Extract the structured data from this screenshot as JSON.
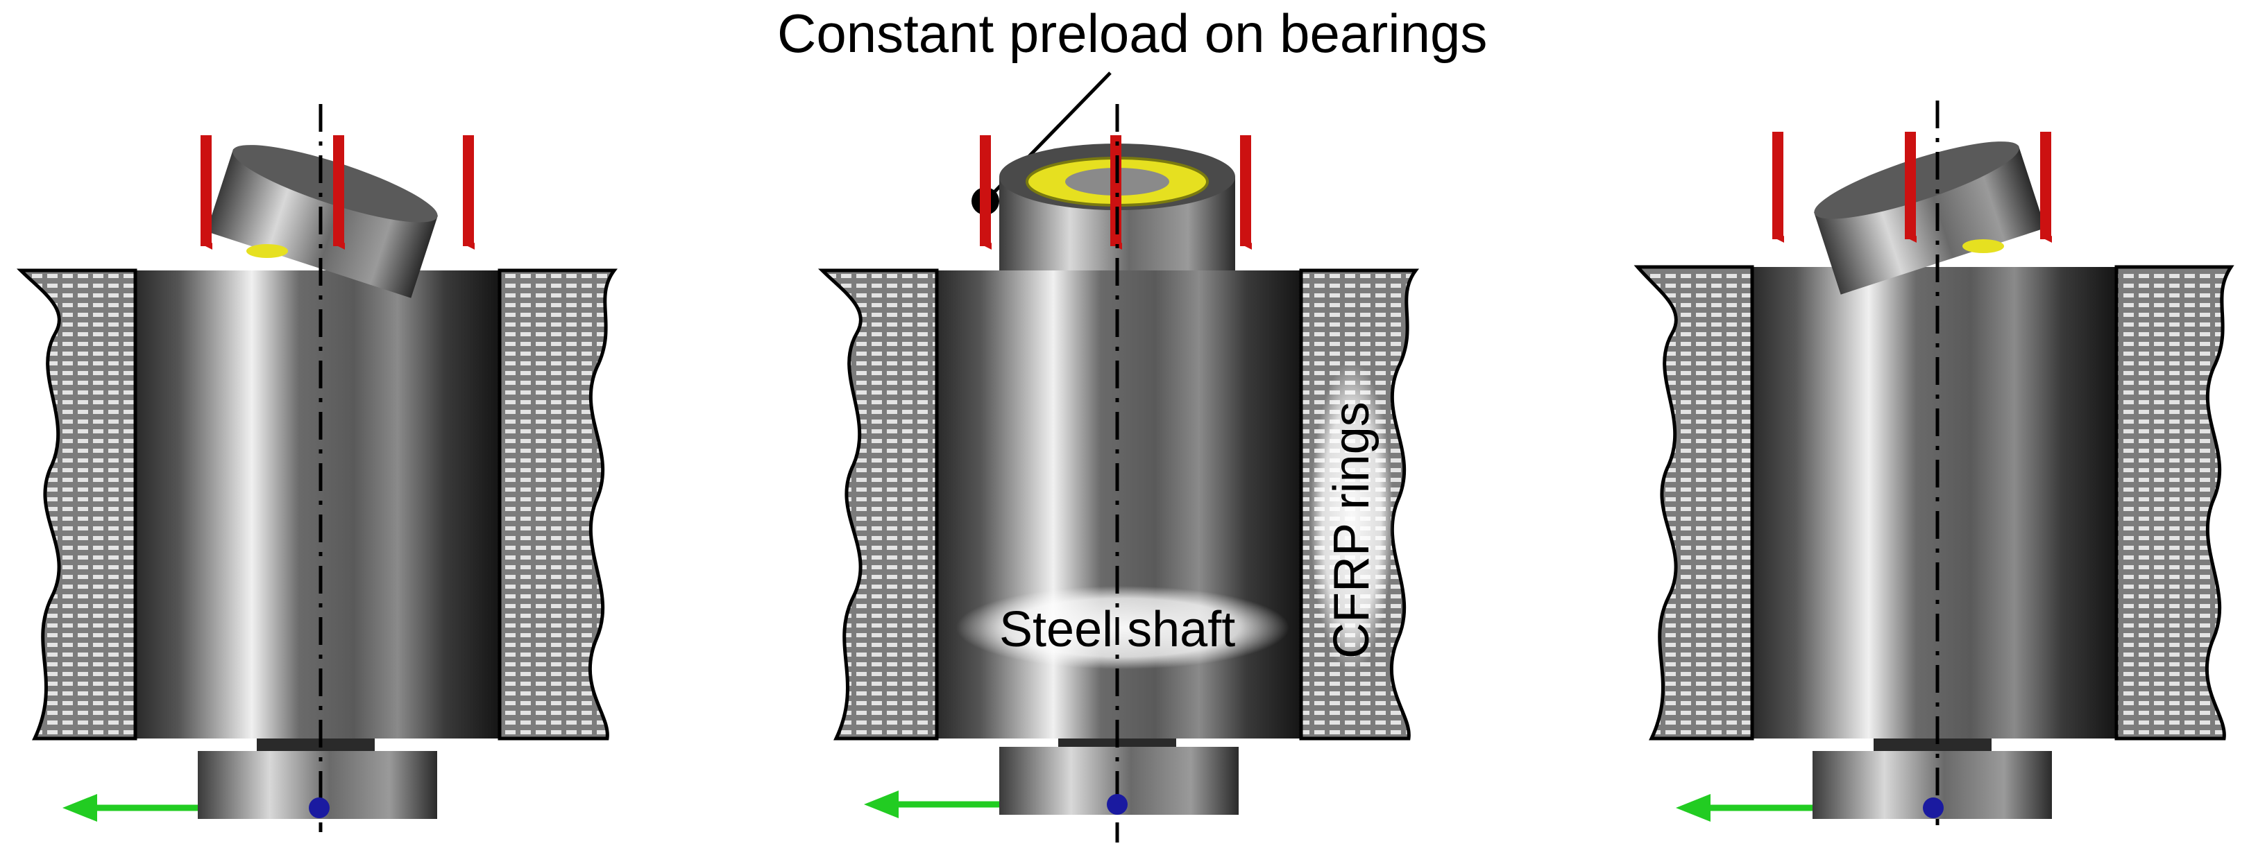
{
  "annotations": {
    "preload": "Constant preload on bearings",
    "shaft": "Steel shaft",
    "rings": "CFRP rings"
  },
  "colors": {
    "arrow_red": "#cc1111",
    "arrow_green": "#22cc22",
    "marker_blue": "#1a1aa0",
    "ring_hatch": "#8a8a8a",
    "bearing_yellow": "#e6e020"
  },
  "states": [
    {
      "bearing_tilt_deg": 18
    },
    {
      "bearing_tilt_deg": 0
    },
    {
      "bearing_tilt_deg": -18
    }
  ]
}
